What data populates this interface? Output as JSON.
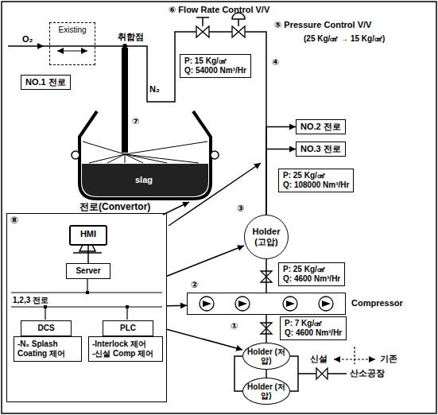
{
  "diagram": {
    "nodes": [
      {
        "text": [
          "Existing"
        ]
      },
      {
        "text": [
          "NO.1 전로"
        ]
      },
      {
        "text": [
          "P: 15 Kg/㎠",
          "Q: 54000 Nm³/Hr"
        ]
      },
      {
        "text": [
          "NO.2 전로"
        ]
      },
      {
        "text": [
          "NO.3 전로"
        ]
      },
      {
        "text": [
          "P: 25 Kg/㎠",
          "Q: 108000 Nm³/Hr"
        ]
      },
      {
        "text": [
          "Holder (고압)"
        ]
      },
      {
        "text": [
          "P: 25 Kg/㎠",
          "Q: 4600 Nm³/Hr"
        ]
      },
      {
        "text": [
          "Compressor"
        ]
      },
      {
        "text": [
          "P: 7 Kg/㎠",
          "Q: 4600 Nm³/Hr"
        ]
      },
      {
        "text": [
          "Holder (저압)"
        ]
      },
      {
        "text": [
          "Holder (저압)"
        ]
      },
      {
        "text": [
          "⑧"
        ]
      },
      {
        "text": [
          "HMI"
        ],
        "in": 12
      },
      {
        "text": [
          "Server"
        ],
        "in": 12
      },
      {
        "text": [
          "DCS"
        ],
        "in": 12
      },
      {
        "text": [
          "PLC"
        ],
        "in": 12
      },
      {
        "text": [
          "-N₂ Splash Coating 제어"
        ],
        "in": 12
      },
      {
        "text": [
          "-Interlock 제어",
          "-신설 Comp 제어"
        ],
        "in": 12
      }
    ],
    "edges": [
      {
        "from": 11,
        "to": 10,
        "arrow": "none"
      },
      {
        "from": 10,
        "to": 8,
        "arrow": "none"
      },
      {
        "from": 8,
        "to": 6,
        "arrow": "none"
      },
      {
        "from": 6,
        "to": 3,
        "arrow": "to"
      },
      {
        "from": 6,
        "to": 4,
        "arrow": "to"
      },
      {
        "from": 12,
        "to": 6,
        "arrow": "to"
      },
      {
        "from": 12,
        "to": 8,
        "arrow": "to"
      },
      {
        "from": 12,
        "to": 10,
        "arrow": "to"
      },
      {
        "from": 13,
        "to": 14,
        "arrow": "none"
      }
    ],
    "labels": [
      "O₂",
      "취합점",
      "⑥ Flow Rate Control V/V",
      "⑤ Pressure Control V/V",
      "(25 Kg/㎠ → 15 Kg/㎠)",
      "④",
      "N₂",
      "⑦",
      "slag",
      "전로(Convertor)",
      "③",
      "②",
      "①",
      "신설",
      "기존",
      "산소공장",
      "1,2,3 전로"
    ]
  }
}
